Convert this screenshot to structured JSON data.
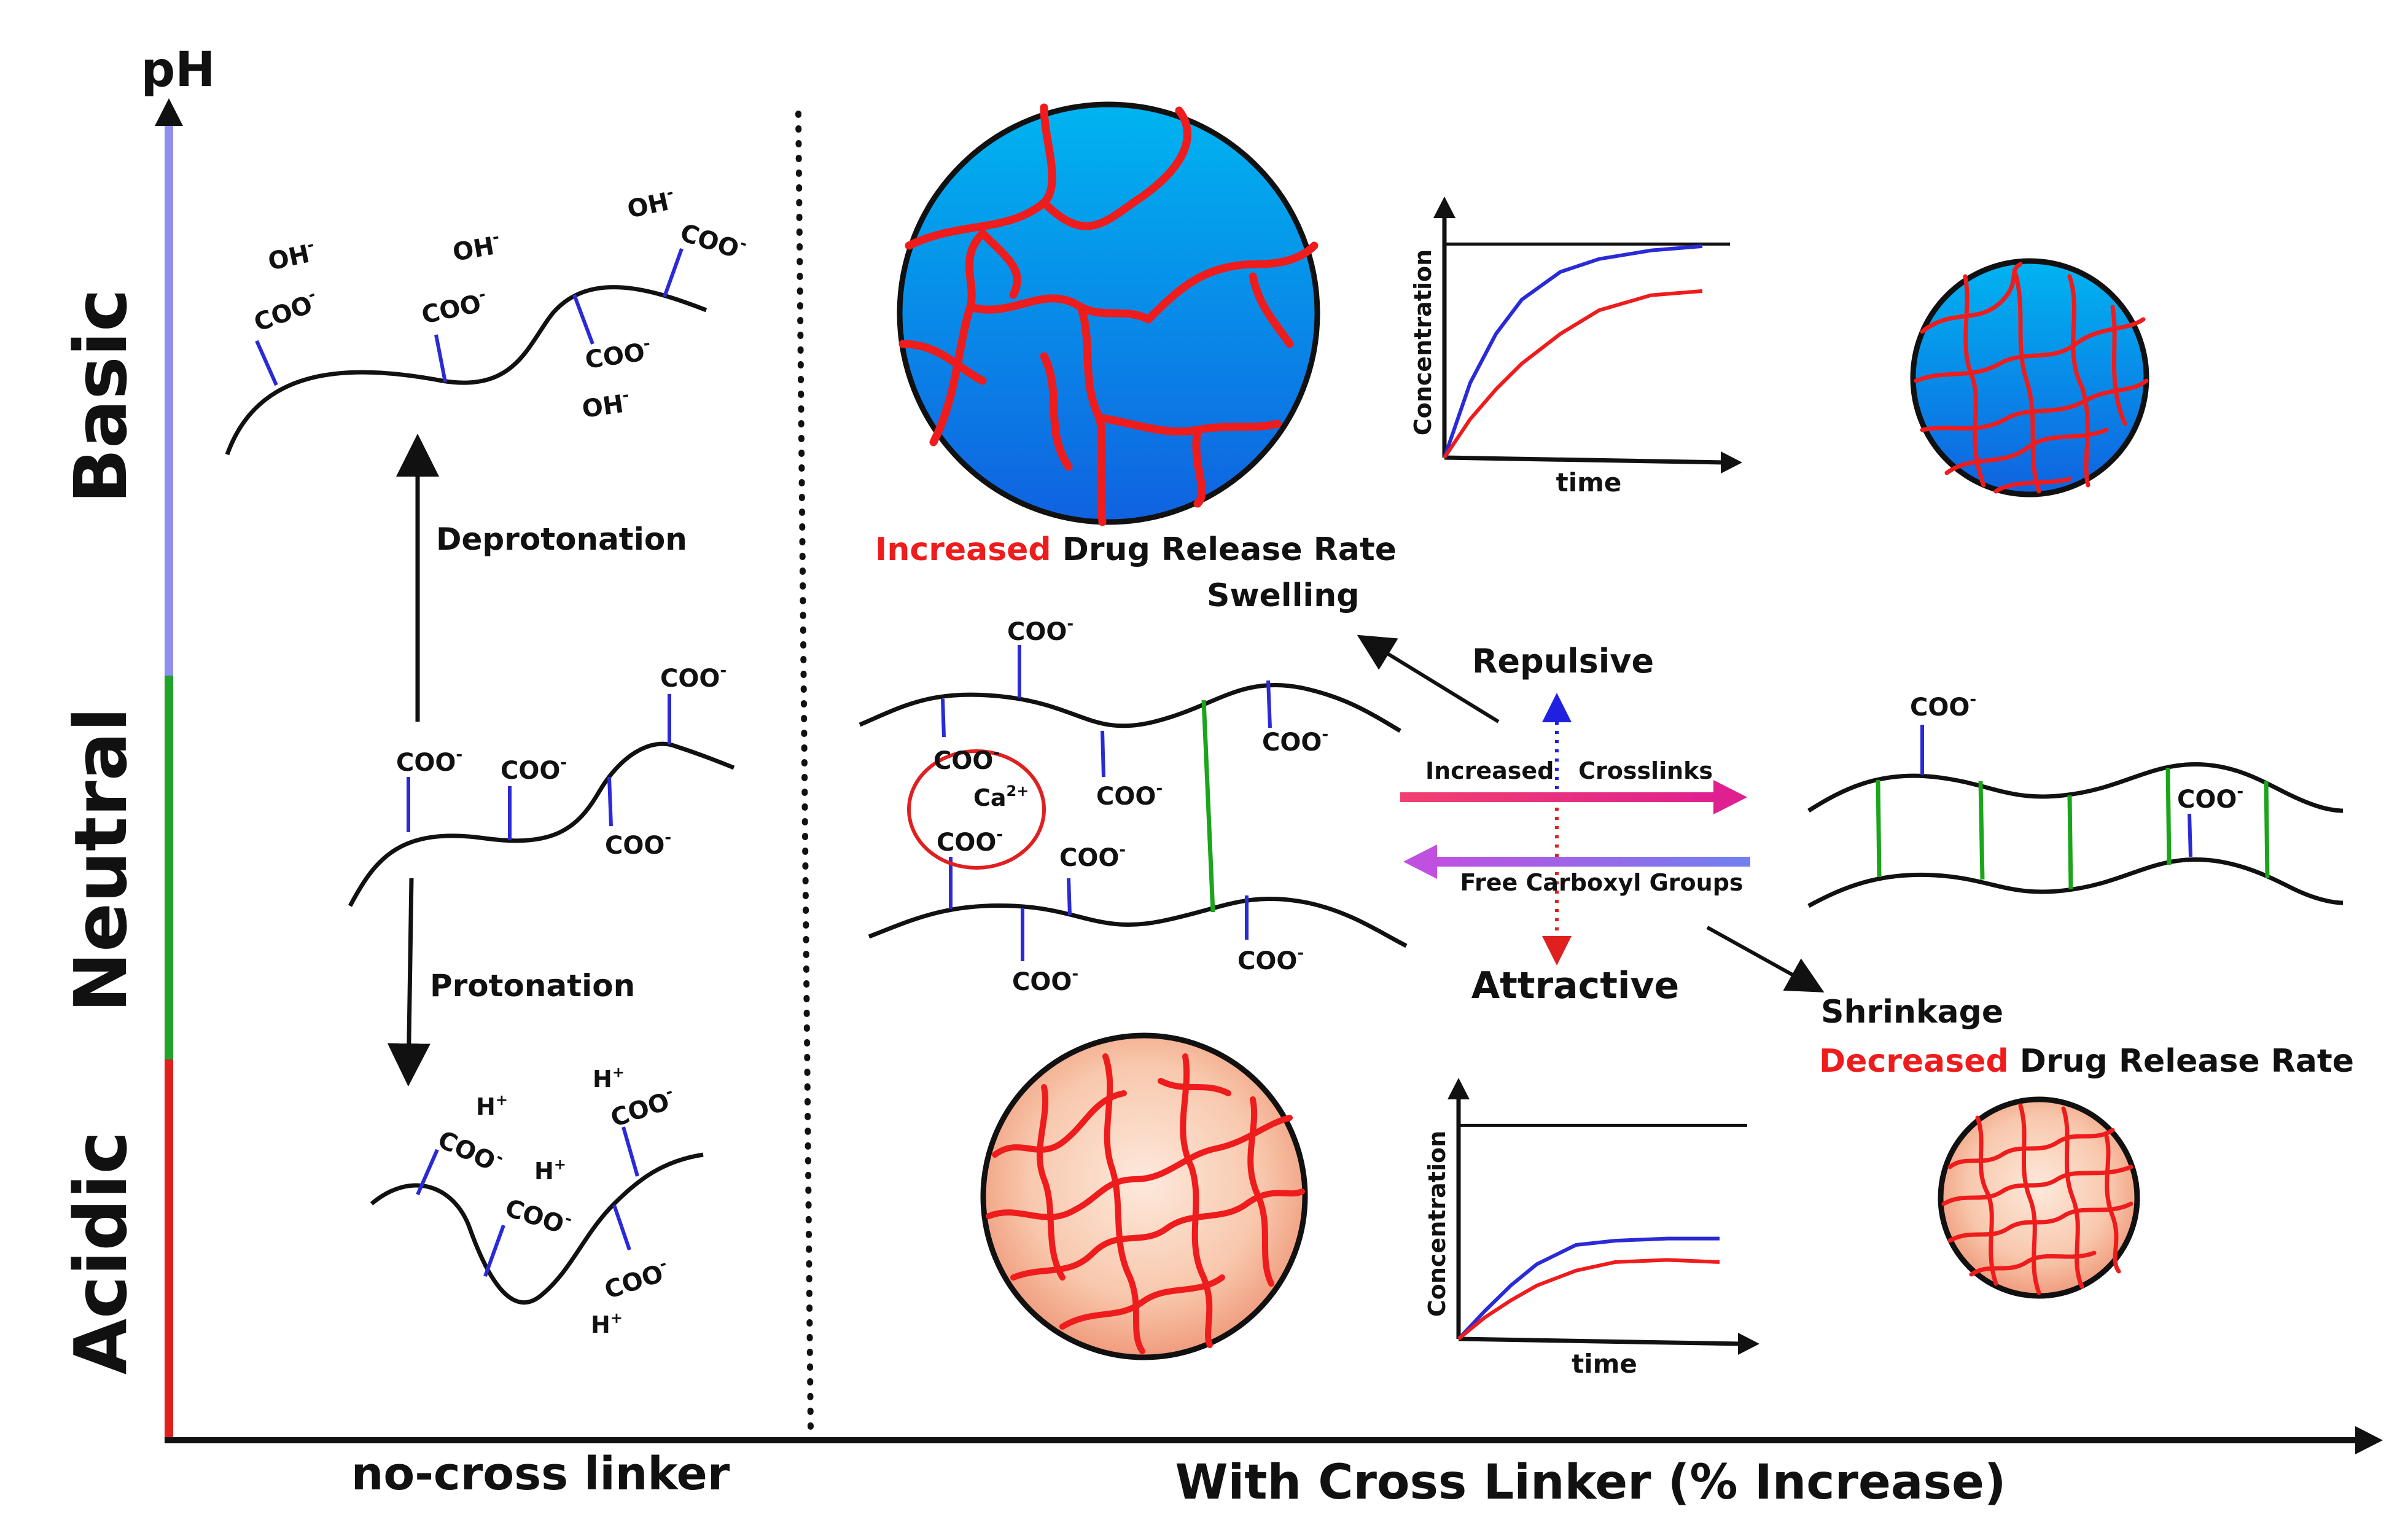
{
  "colors": {
    "basic": "#8f8ff0",
    "neutral": "#1fa32a",
    "acidic": "#e0201c",
    "highlight": "#ee1c1c",
    "chain": "#111111",
    "side_group": "#2a2ad6",
    "crosslink": "#1aa51a",
    "swollen_top": "#00b4f0",
    "swollen_bottom": "#1062e0",
    "shrunk_center": "#fbe2d2",
    "shrunk_edge": "#ee9070",
    "network": "#ee1c1c"
  },
  "axis": {
    "ph_label": "pH",
    "x_left_label": "no-cross linker",
    "x_right_label": "With Cross Linker (% Increase)",
    "regions": [
      "Basic",
      "Neutral",
      "Acidic"
    ]
  },
  "left": {
    "deprotonation": "Deprotonation",
    "protonation": "Protonation",
    "coo": "COO",
    "oh": "OH",
    "h_plus": "H",
    "minus": "-",
    "plus": "+"
  },
  "right": {
    "increased": "Increased",
    "increased_release_rest": " Drug Release Rate",
    "swelling": "Swelling",
    "repulsive": "Repulsive",
    "attractive": "Attractive",
    "increased_crosslinks": "Increased   Crosslinks",
    "free_carboxyl": "Free Carboxyl Groups",
    "shrinkage": "Shrinkage",
    "decreased": "Decreased",
    "decreased_release_rest": " Drug Release Rate",
    "ca": "Ca",
    "ca_charge": "2+"
  },
  "graphs": {
    "ylabel": "Concentration",
    "xlabel": "time"
  },
  "chart_data": [
    {
      "type": "line",
      "title": "",
      "xlabel": "time",
      "ylabel": "Concentration",
      "x": [
        0,
        0.1,
        0.2,
        0.3,
        0.45,
        0.6,
        0.8,
        1.0
      ],
      "series": [
        {
          "values": [
            0,
            0.35,
            0.58,
            0.74,
            0.87,
            0.93,
            0.97,
            0.99
          ]
        },
        {
          "values": [
            0,
            0.18,
            0.32,
            0.44,
            0.58,
            0.69,
            0.76,
            0.78
          ]
        }
      ],
      "ylim": [
        0,
        1.05
      ],
      "reference_max": 1.0
    },
    {
      "type": "line",
      "title": "",
      "xlabel": "time",
      "ylabel": "Concentration",
      "x": [
        0,
        0.1,
        0.2,
        0.3,
        0.45,
        0.6,
        0.8,
        1.0
      ],
      "series": [
        {
          "values": [
            0,
            0.13,
            0.25,
            0.35,
            0.44,
            0.46,
            0.47,
            0.47
          ]
        },
        {
          "values": [
            0,
            0.1,
            0.18,
            0.25,
            0.32,
            0.36,
            0.37,
            0.36
          ]
        }
      ],
      "ylim": [
        0,
        1.05
      ],
      "reference_max": 1.0
    }
  ]
}
